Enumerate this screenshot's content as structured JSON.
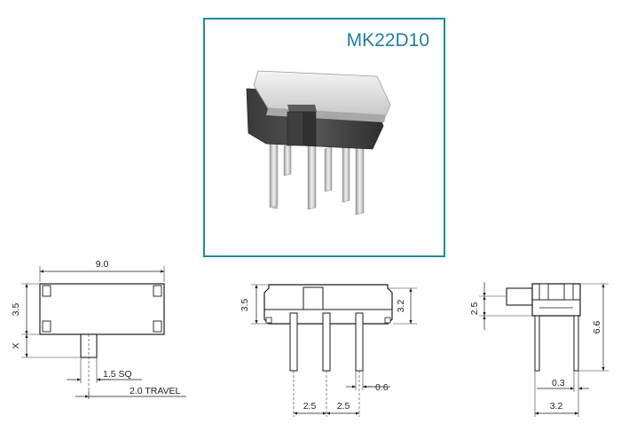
{
  "product": {
    "model": "MK22D10",
    "frame_color": "#1f8aa0",
    "title_color": "#1d80a0"
  },
  "top_view": {
    "width": "9.0",
    "height": "3.5",
    "actuator_offset": "X",
    "actuator_size": "1.5 SQ",
    "travel": "2.0 TRAVEL"
  },
  "front_view": {
    "height_left": "3.5",
    "height_right": "3.2",
    "pitch_1": "2.5",
    "pitch_2": "2.5",
    "pin_width": "0.6"
  },
  "side_view": {
    "actuator_height": "2.5",
    "total_height": "6.6",
    "pin_thickness": "0.3",
    "body_depth": "3.2"
  }
}
